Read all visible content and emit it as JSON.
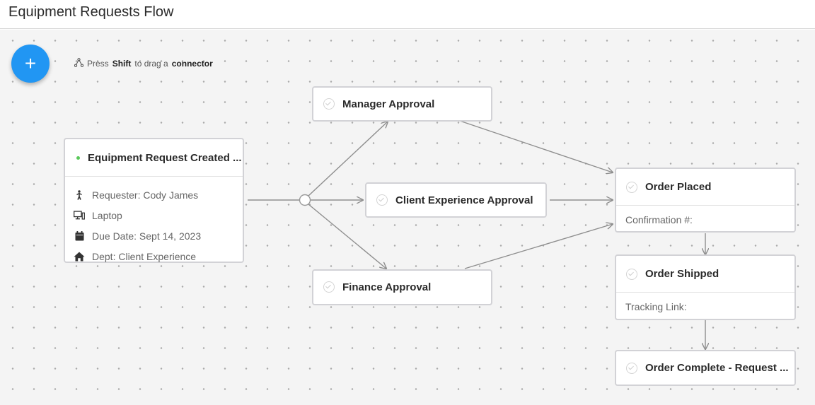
{
  "header": {
    "title": "Equipment Requests Flow"
  },
  "toolbar": {
    "add_label": "+",
    "hint": {
      "prefix": "Press",
      "key": "Shift",
      "middle": "to drag a",
      "target": "connector"
    }
  },
  "nodes": {
    "start": {
      "title": "Equipment Request Created ...",
      "fields": {
        "requester": "Requester: Cody James",
        "item": "Laptop",
        "due": "Due Date: Sept 14, 2023",
        "dept": "Dept: Client Experience"
      }
    },
    "manager": {
      "title": "Manager Approval"
    },
    "client_exp": {
      "title": "Client Experience Approval"
    },
    "finance": {
      "title": "Finance Approval"
    },
    "order_placed": {
      "title": "Order Placed",
      "field": "Confirmation #:"
    },
    "order_shipped": {
      "title": "Order Shipped",
      "field": "Tracking Link:"
    },
    "order_complete": {
      "title": "Order Complete - Request ..."
    }
  },
  "icons": {
    "hint": "connector-icon",
    "requester": "person-icon",
    "item": "computer-icon",
    "due": "calendar-icon",
    "dept": "home-icon",
    "status": "check-circle-icon"
  },
  "colors": {
    "accent": "#2196f3",
    "status_dot": "#5ac85a",
    "edge": "#8e8e8e",
    "node_border": "#d2d2d6",
    "canvas": "#f4f4f4"
  }
}
